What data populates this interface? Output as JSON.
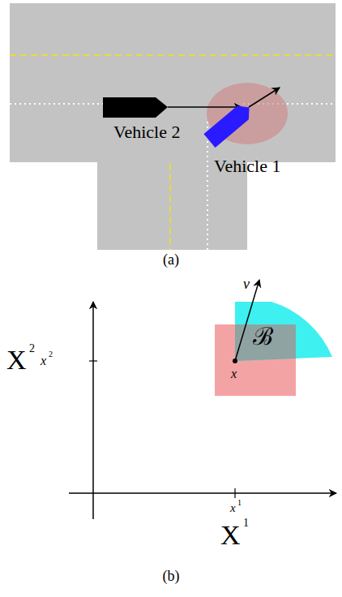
{
  "diagram": {
    "labels": [
      "Vehicle 2",
      "Vehicle 1",
      "(a)",
      "v",
      "ℬ",
      "x",
      "X",
      "2",
      "x",
      "2",
      "x",
      "1",
      "X",
      "1",
      "(b)"
    ]
  }
}
